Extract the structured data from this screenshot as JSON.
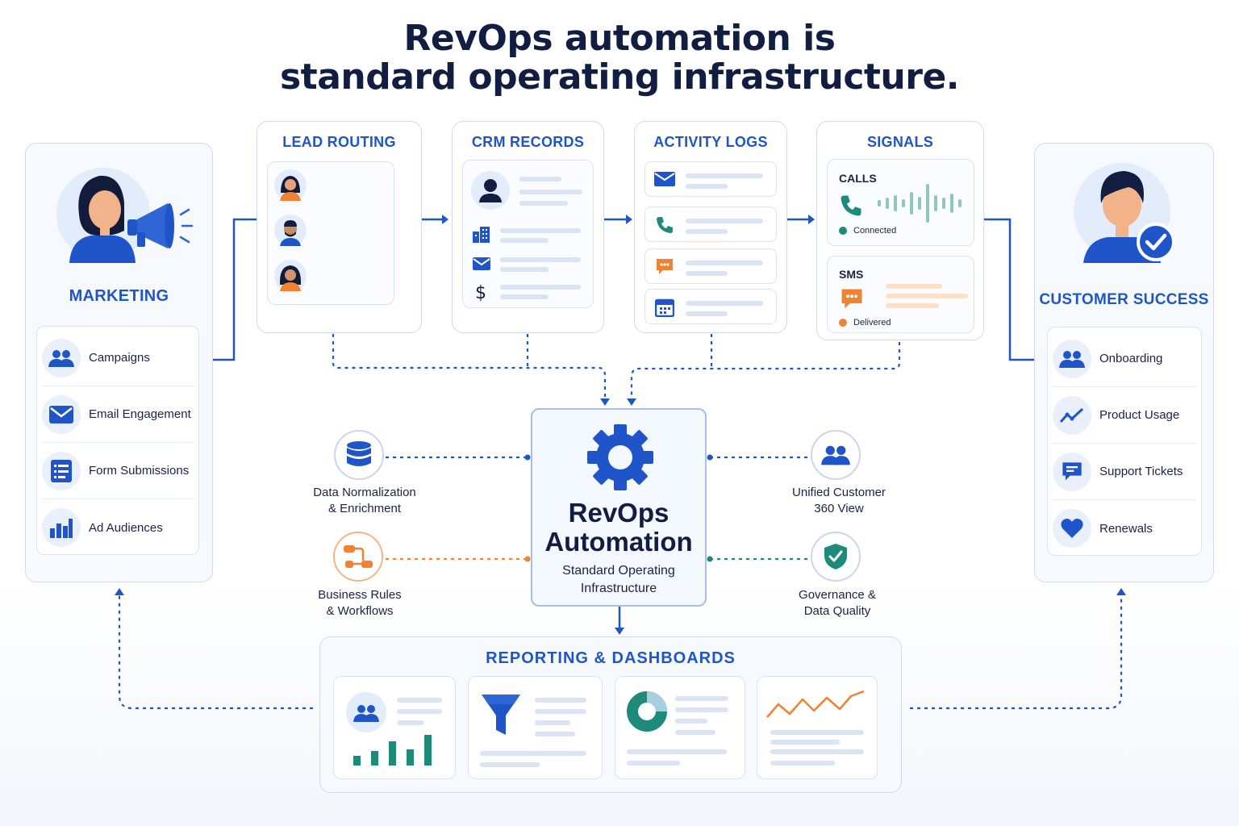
{
  "title": {
    "line1": "RevOps automation is",
    "line2": "standard operating infrastructure."
  },
  "marketing": {
    "heading": "MARKETING",
    "items": [
      {
        "label": "Campaigns",
        "icon": "users-icon"
      },
      {
        "label": "Email Engagement",
        "icon": "mail-icon"
      },
      {
        "label": "Form Submissions",
        "icon": "form-icon"
      },
      {
        "label": "Ad Audiences",
        "icon": "bar-chart-icon"
      }
    ]
  },
  "customer_success": {
    "heading": "CUSTOMER SUCCESS",
    "items": [
      {
        "label": "Onboarding",
        "icon": "users-icon"
      },
      {
        "label": "Product Usage",
        "icon": "trend-icon"
      },
      {
        "label": "Support Tickets",
        "icon": "chat-icon"
      },
      {
        "label": "Renewals",
        "icon": "heart-icon"
      }
    ]
  },
  "stages": {
    "lead_routing": "LEAD ROUTING",
    "crm_records": "CRM RECORDS",
    "activity_logs": "ACTIVITY LOGS",
    "signals": "SIGNALS"
  },
  "signals": {
    "calls_label": "CALLS",
    "calls_status": "Connected",
    "sms_label": "SMS",
    "sms_status": "Delivered"
  },
  "core": {
    "title_line1": "RevOps",
    "title_line2": "Automation",
    "sub_line1": "Standard Operating",
    "sub_line2": "Infrastructure"
  },
  "capabilities": {
    "normalization": {
      "line1": "Data Normalization",
      "line2": "& Enrichment"
    },
    "rules": {
      "line1": "Business Rules",
      "line2": "& Workflows"
    },
    "customer360": {
      "line1": "Unified Customer",
      "line2": "360 View"
    },
    "governance": {
      "line1": "Governance &",
      "line2": "Data Quality"
    }
  },
  "reporting": {
    "heading": "REPORTING & DASHBOARDS"
  },
  "colors": {
    "primary_blue": "#1f55c8",
    "teal": "#1e8a7a",
    "orange": "#f08232",
    "navy": "#121d42"
  }
}
